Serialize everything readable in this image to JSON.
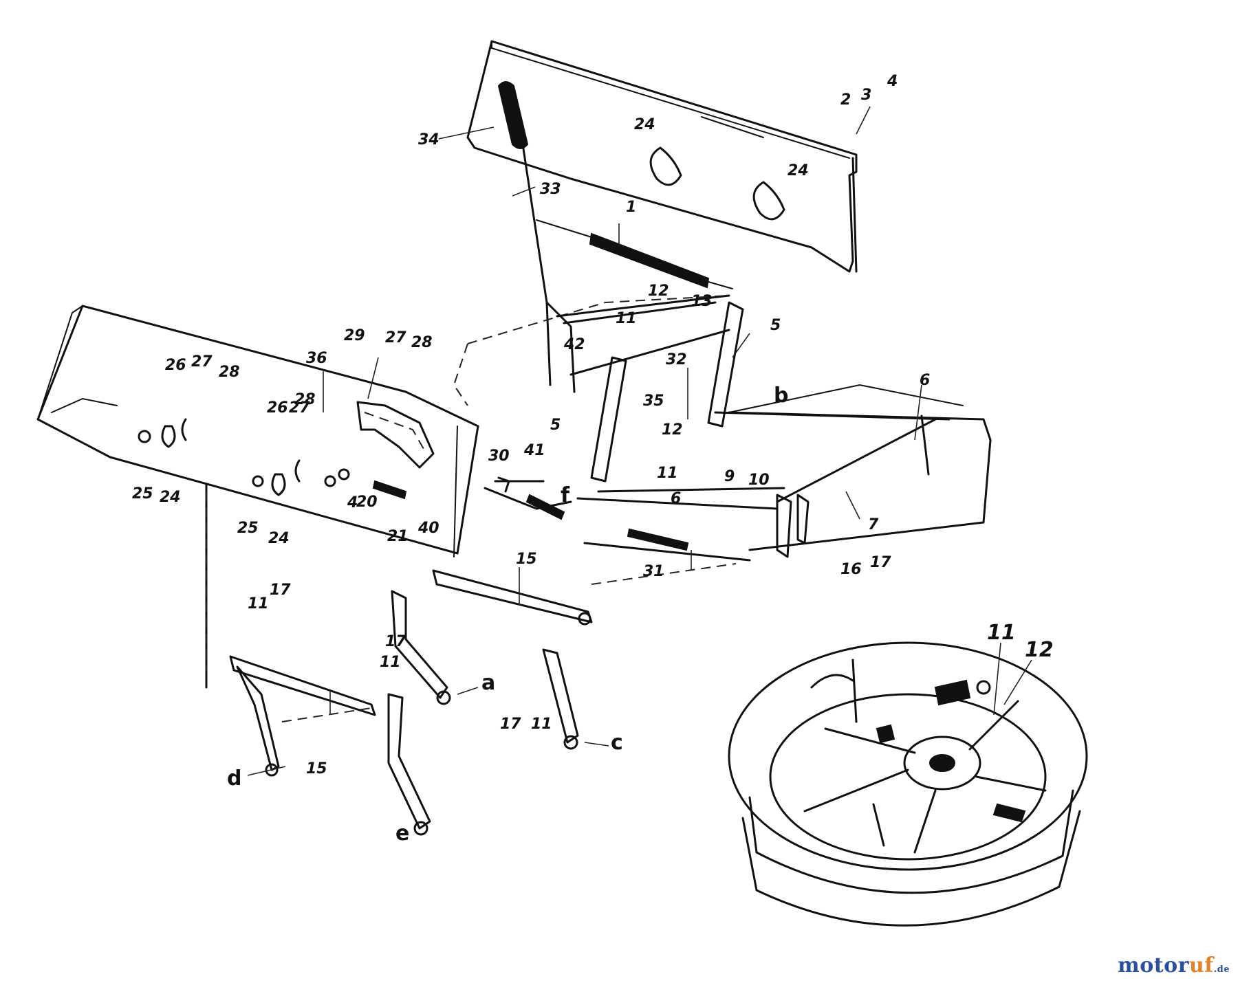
{
  "diagram": {
    "callouts": [
      "1",
      "2",
      "3",
      "4",
      "5",
      "6",
      "7",
      "9",
      "10",
      "11",
      "12",
      "13",
      "15",
      "16",
      "17",
      "20",
      "21",
      "24",
      "25",
      "26",
      "27",
      "28",
      "29",
      "30",
      "31",
      "32",
      "33",
      "34",
      "35",
      "36",
      "40",
      "41",
      "42"
    ],
    "letters": [
      "a",
      "b",
      "c",
      "d",
      "e",
      "f"
    ]
  },
  "watermark": {
    "part1": "motor",
    "part2": "uf",
    "part3": ".de"
  }
}
